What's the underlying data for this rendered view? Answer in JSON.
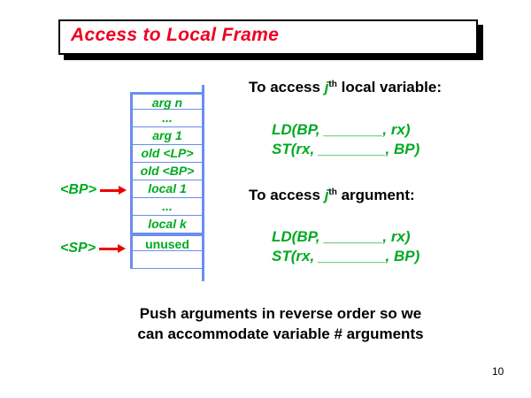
{
  "slide": {
    "title": "Access to Local Frame",
    "page_number": "10",
    "title_color": "#ee0022",
    "accent_green": "#00aa22",
    "frame_border_blue": "#6a8ef0",
    "arrow_red": "#ee0000"
  },
  "stack_diagram": {
    "cells": [
      {
        "label": "arg n",
        "style": "italic",
        "top_rule": "thick"
      },
      {
        "label": "...",
        "style": "italic",
        "top_rule": "none"
      },
      {
        "label": "arg 1",
        "style": "italic",
        "top_rule": "none"
      },
      {
        "label": "old <LP>",
        "style": "italic",
        "top_rule": "none"
      },
      {
        "label": "old <BP>",
        "style": "italic",
        "top_rule": "none"
      },
      {
        "label": "local 1",
        "style": "italic",
        "top_rule": "none"
      },
      {
        "label": "...",
        "style": "italic",
        "top_rule": "none"
      },
      {
        "label": "local k",
        "style": "italic",
        "top_rule": "none"
      },
      {
        "label": "unused",
        "style": "upright",
        "top_rule": "thick"
      },
      {
        "label": "",
        "style": "italic",
        "top_rule": "none"
      }
    ]
  },
  "pointers": [
    {
      "name": "bp",
      "label": "<BP>",
      "points_to": "local 1"
    },
    {
      "name": "sp",
      "label": "<SP>",
      "points_to": "unused"
    }
  ],
  "instructions": {
    "local": {
      "heading_prefix": "To access ",
      "heading_var": "j",
      "heading_sup": "th",
      "heading_suffix": " local variable:",
      "code_line_1": "LD(BP, _______, rx)",
      "code_line_2": "ST(rx, ________, BP)"
    },
    "argument": {
      "heading_prefix": "To access ",
      "heading_var": "j",
      "heading_sup": "th",
      "heading_suffix": " argument:",
      "code_line_1": "LD(BP, _______, rx)",
      "code_line_2": "ST(rx, ________, BP)"
    }
  },
  "footer": {
    "note": "Push arguments in reverse order so we\ncan accommodate variable # arguments"
  }
}
